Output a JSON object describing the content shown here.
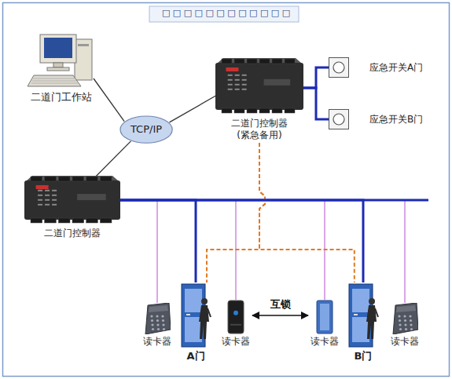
{
  "diagram": {
    "title": "□ □ □ □ □ □ □ □ □ □ □ □",
    "nodes": [
      {
        "text": [
          "二道门工作站"
        ]
      },
      {
        "text": [
          "TCP/IP"
        ]
      },
      {
        "text": [
          "二道门控制器 (紧急备用)"
        ]
      },
      {
        "text": [
          "二道门控制器"
        ]
      },
      {
        "text": [
          "应急开关A门"
        ]
      },
      {
        "text": [
          "应急开关B门"
        ]
      },
      {
        "text": [
          "读卡器"
        ]
      },
      {
        "text": [
          "A门"
        ]
      },
      {
        "text": [
          "读卡器"
        ]
      },
      {
        "text": [
          "读卡器"
        ]
      },
      {
        "text": [
          "B门"
        ]
      },
      {
        "text": [
          "读卡器"
        ]
      }
    ],
    "edges": [
      {
        "from": 0,
        "to": 1,
        "arrow": "none"
      },
      {
        "from": 1,
        "to": 2,
        "arrow": "none"
      },
      {
        "from": 1,
        "to": 3,
        "arrow": "none"
      },
      {
        "from": 2,
        "to": 4,
        "arrow": "none"
      },
      {
        "from": 2,
        "to": 5,
        "arrow": "none"
      },
      {
        "from": 3,
        "to": 6,
        "arrow": "none"
      },
      {
        "from": 3,
        "to": 7,
        "arrow": "none"
      },
      {
        "from": 3,
        "to": 8,
        "arrow": "none"
      },
      {
        "from": 3,
        "to": 9,
        "arrow": "none"
      },
      {
        "from": 3,
        "to": 10,
        "arrow": "none"
      },
      {
        "from": 3,
        "to": 11,
        "arrow": "none"
      },
      {
        "from": 2,
        "to": 7,
        "arrow": "none"
      },
      {
        "from": 2,
        "to": 10,
        "arrow": "none"
      },
      {
        "from": 8,
        "to": 9,
        "label": "互锁",
        "arrow": "both"
      }
    ]
  }
}
